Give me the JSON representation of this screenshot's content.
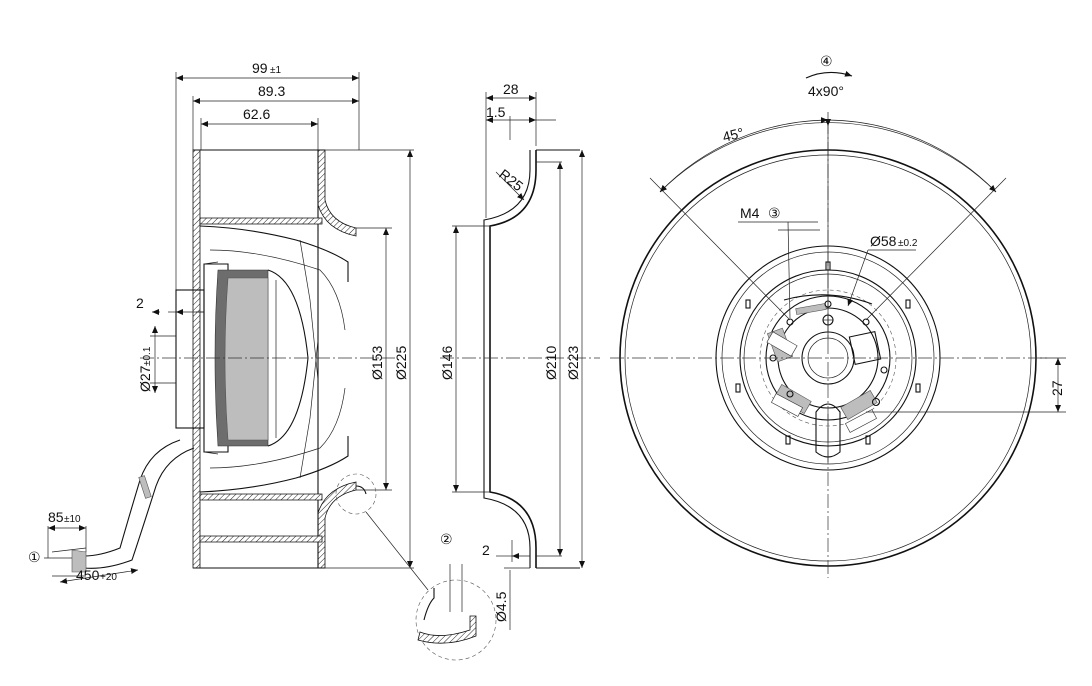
{
  "side_view": {
    "overall_depth": "99",
    "overall_depth_tol": "±1",
    "depth_2": "89.3",
    "depth_3": "62.6",
    "motor_offset": "2",
    "motor_dia_sym": "Ø27",
    "motor_dia_tol": "±0.1",
    "inlet_dia": "Ø153",
    "outer_dia": "Ø225",
    "cable_strip": "85",
    "cable_strip_tol": "±10",
    "cable_length": "450",
    "cable_length_tol": "+20",
    "callout_1": "①"
  },
  "ring_view": {
    "width": "28",
    "lip": "1.5",
    "radius": "R25",
    "inner_dia": "Ø146",
    "mid_dia": "Ø210",
    "outer_dia": "Ø223",
    "detail_gap": "2",
    "detail_dia": "Ø4.5",
    "callout_2": "②"
  },
  "front_view": {
    "callout_4": "④",
    "rotation": "4x90°",
    "angle": "45°",
    "thread": "M4",
    "callout_3": "③",
    "bolt_circle": "Ø58",
    "bolt_circle_tol": "±0.2",
    "offset": "27"
  }
}
